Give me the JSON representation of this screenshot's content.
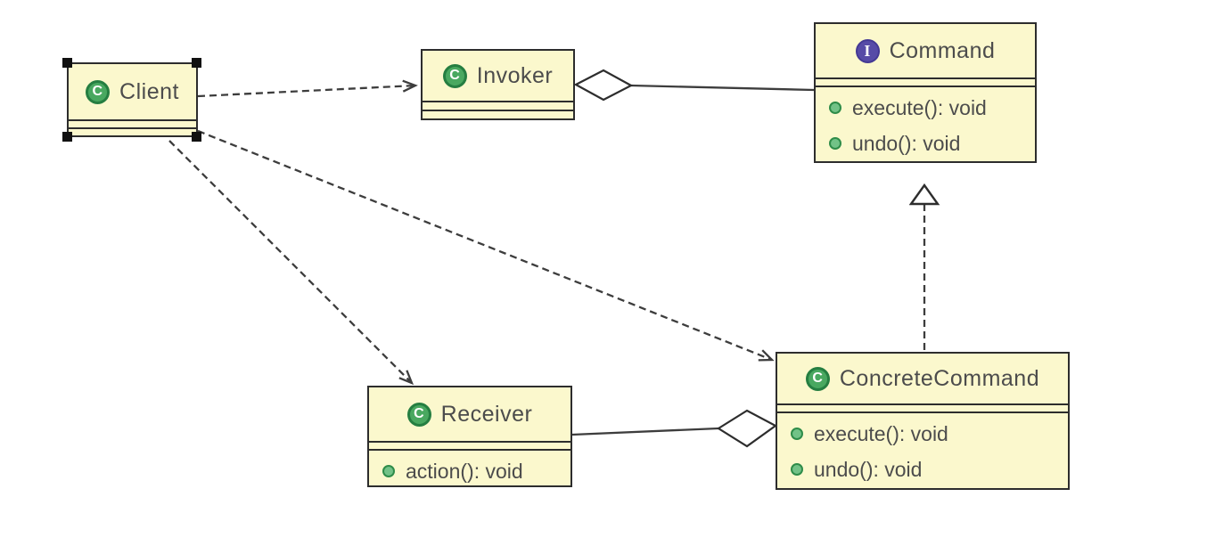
{
  "diagram": {
    "kind": "uml-class-diagram",
    "pattern_name": "Command"
  },
  "colors": {
    "box_fill": "#FBF8CD",
    "box_border": "#2D2D2D",
    "text": "#4C4C4C",
    "class_icon_fill": "#49A860",
    "class_icon_ring": "#257E41",
    "interface_icon_fill": "#574BA7",
    "method_dot_fill": "#72C287",
    "method_dot_ring": "#2E8C49",
    "connector": "#3D3D3D",
    "selection_handle": "#111111"
  },
  "classes": [
    {
      "name": "Client",
      "kind": "class",
      "icon": "C",
      "selected": true,
      "methods": []
    },
    {
      "name": "Invoker",
      "kind": "class",
      "icon": "C",
      "methods": []
    },
    {
      "name": "Command",
      "kind": "interface",
      "icon": "I",
      "methods": [
        "execute(): void",
        "undo(): void"
      ]
    },
    {
      "name": "Receiver",
      "kind": "class",
      "icon": "C",
      "methods": [
        "action(): void"
      ]
    },
    {
      "name": "ConcreteCommand",
      "kind": "class",
      "icon": "C",
      "methods": [
        "execute(): void",
        "undo(): void"
      ]
    }
  ],
  "relationships": [
    {
      "from": "Client",
      "to": "Invoker",
      "type": "dependency",
      "line": "dashed-open-arrow"
    },
    {
      "from": "Client",
      "to": "Receiver",
      "type": "dependency",
      "line": "dashed-open-arrow"
    },
    {
      "from": "Client",
      "to": "ConcreteCommand",
      "type": "dependency",
      "line": "dashed-open-arrow"
    },
    {
      "from": "Invoker",
      "to": "Command",
      "type": "aggregation",
      "line": "solid-hollow-diamond-at-invoker"
    },
    {
      "from": "Receiver",
      "to": "ConcreteCommand",
      "type": "aggregation",
      "line": "solid-hollow-diamond-at-concretecommand"
    },
    {
      "from": "ConcreteCommand",
      "to": "Command",
      "type": "realization",
      "line": "dashed-hollow-triangle-at-command"
    }
  ]
}
